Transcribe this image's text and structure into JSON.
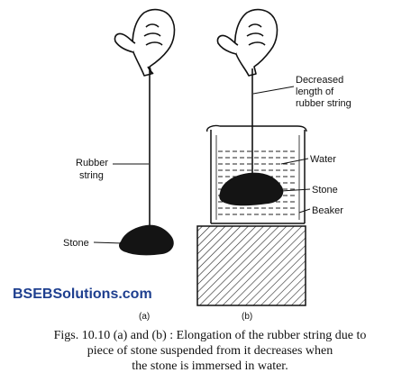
{
  "labels": {
    "rubber_string_line1": "Rubber",
    "rubber_string_line2": "string",
    "stone_a": "Stone",
    "decreased_line1": "Decreased",
    "decreased_line2": "length of",
    "decreased_line3": "rubber string",
    "water": "Water",
    "stone_b": "Stone",
    "beaker": "Beaker",
    "panel_a": "(a)",
    "panel_b": "(b)"
  },
  "watermark": {
    "part1": "BSEB",
    "part2": "Solutions.com"
  },
  "caption": {
    "line1": "Figs. 10.10 (a) and (b) : Elongation of the rubber string due to",
    "line2": "piece of stone suspended from it decreases when",
    "line3": "the stone is immersed in water."
  }
}
